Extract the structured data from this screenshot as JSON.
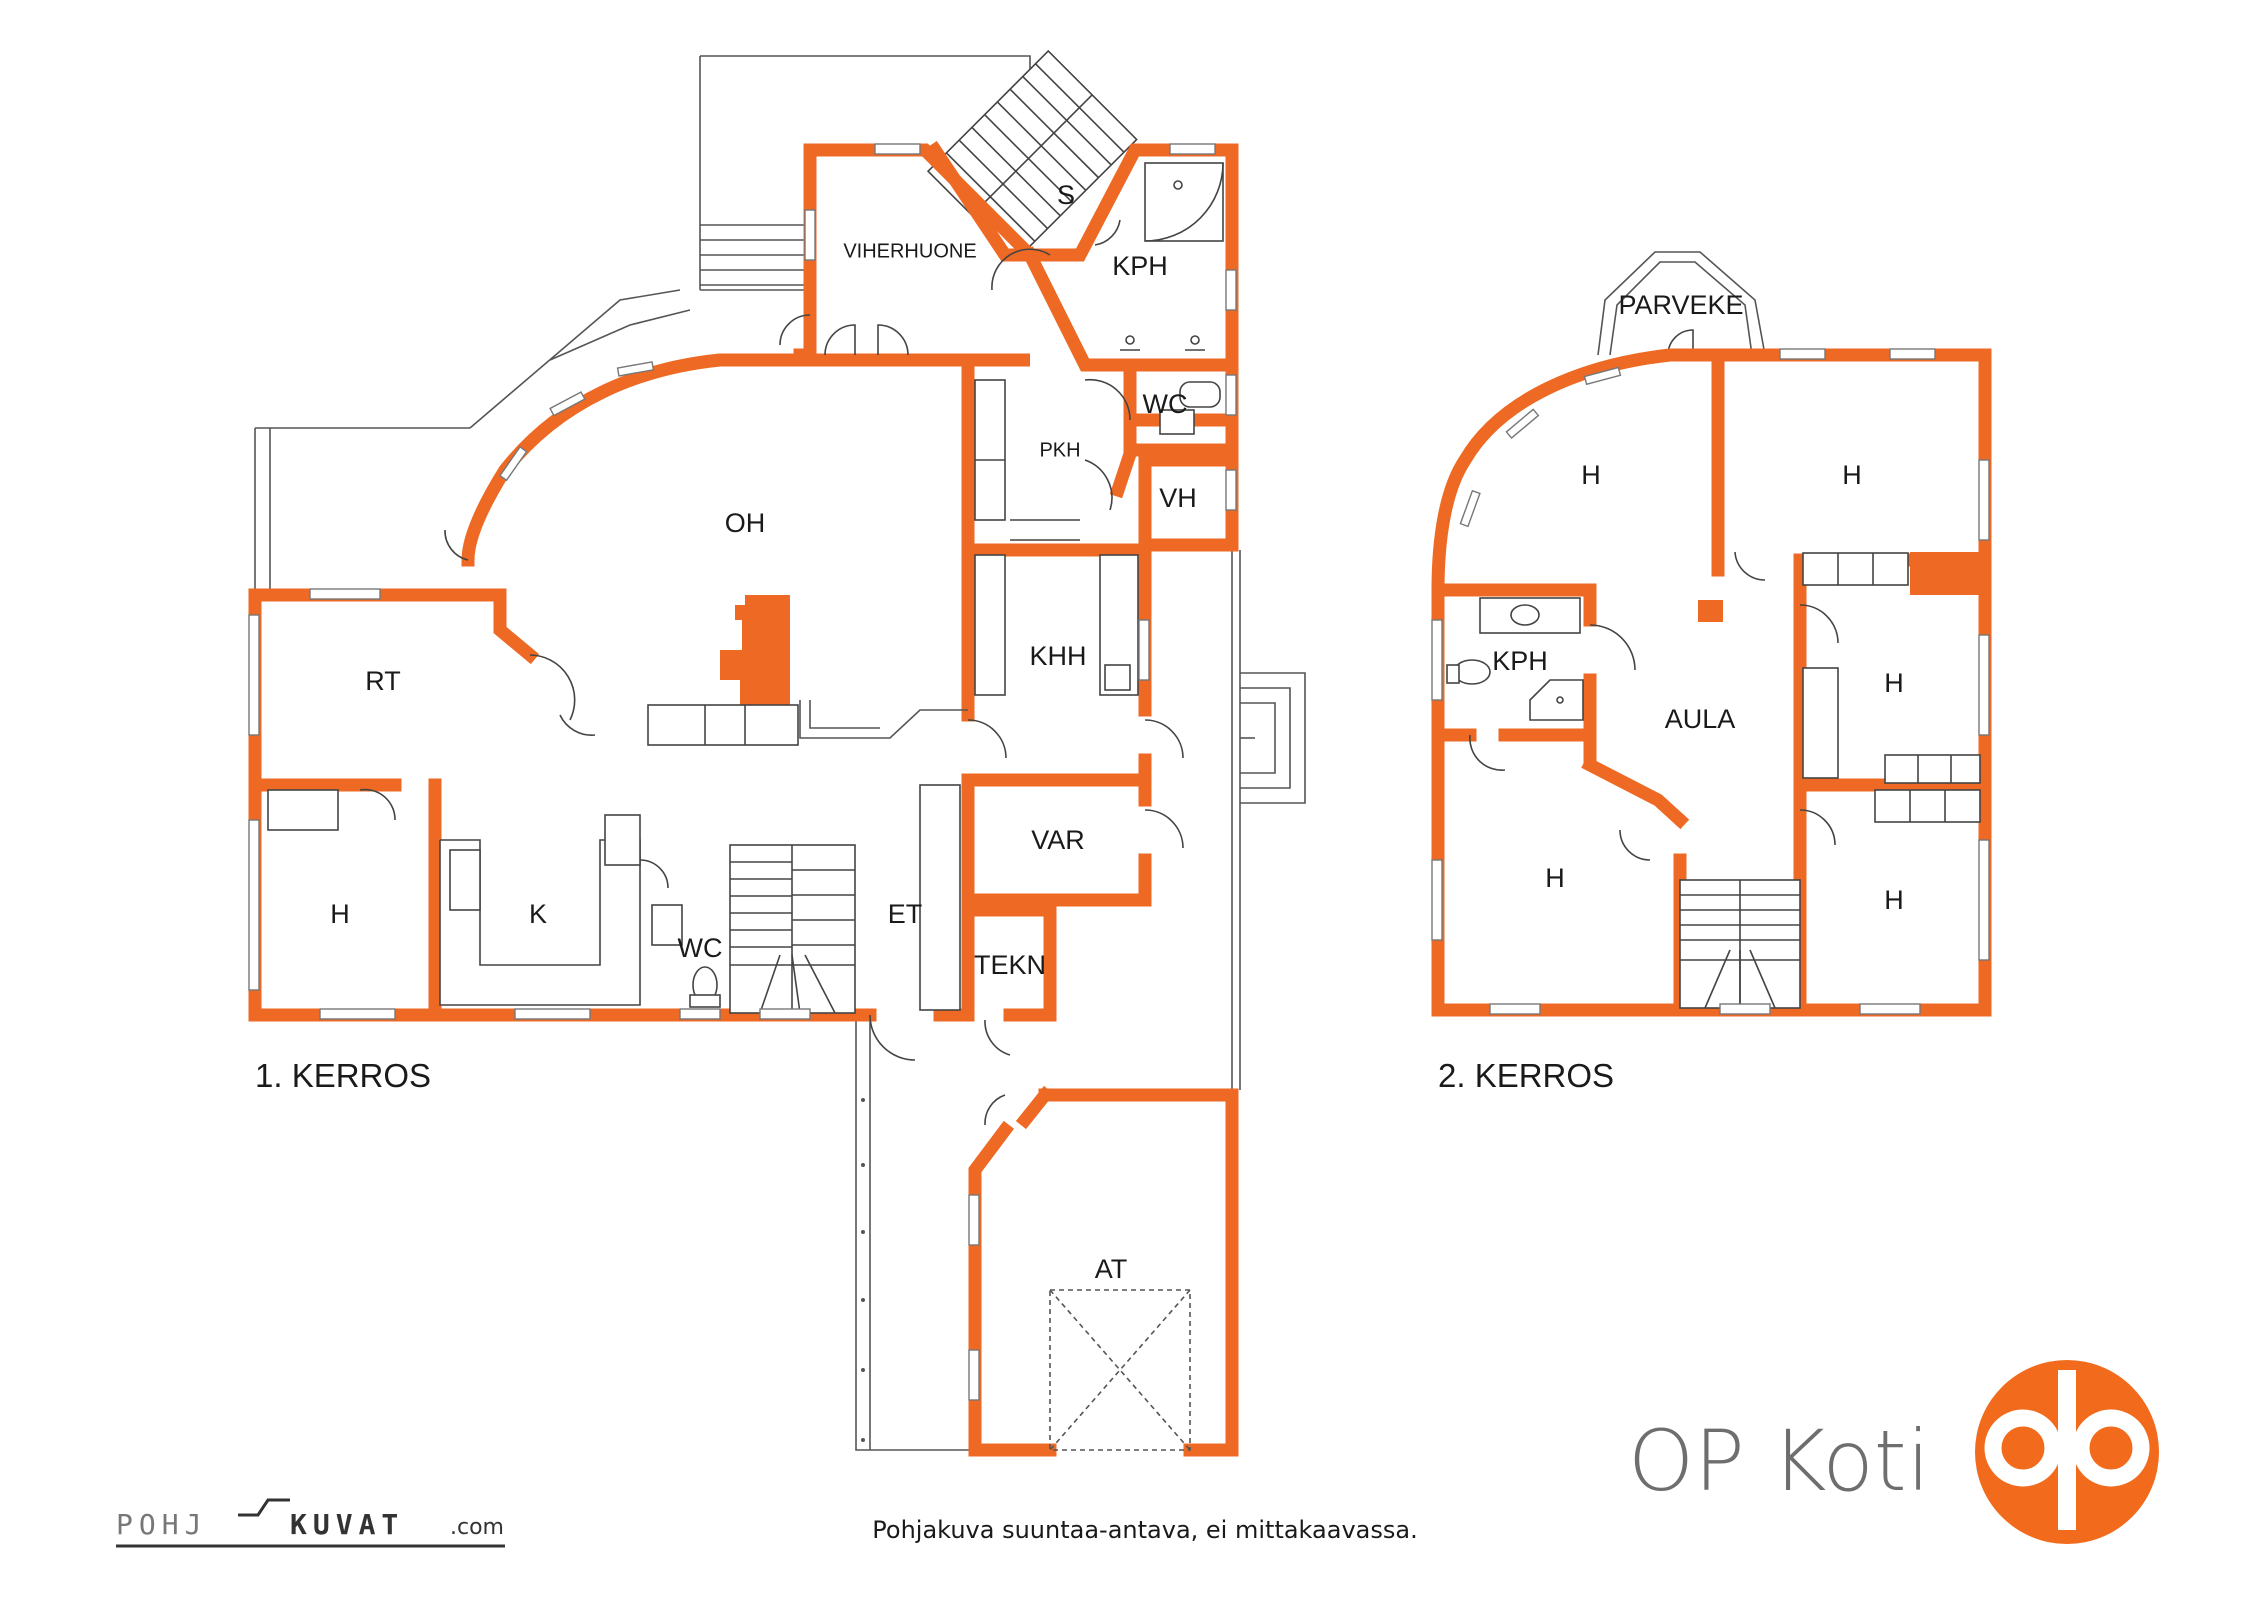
{
  "floors": [
    {
      "label": "1. KERROS",
      "rooms": [
        "VIHERHUONE",
        "S",
        "KPH",
        "WC",
        "PKH",
        "VH",
        "OH",
        "RT",
        "KHH",
        "H",
        "K",
        "WC",
        "ET",
        "VAR",
        "TEKN",
        "AT"
      ]
    },
    {
      "label": "2. KERROS",
      "rooms": [
        "PARVEKE",
        "H",
        "H",
        "KPH",
        "AULA",
        "H",
        "H",
        "H"
      ]
    }
  ],
  "note": "Pohjakuva suuntaa-antava, ei mittakaavassa.",
  "brand": {
    "name": "OP Koti",
    "logo_color": "#f26b1d"
  },
  "credit": {
    "left": "POHJ",
    "right": "KUVAT",
    "suffix": ".com"
  },
  "colors": {
    "wall": "#ee6a24",
    "line": "#555555"
  }
}
